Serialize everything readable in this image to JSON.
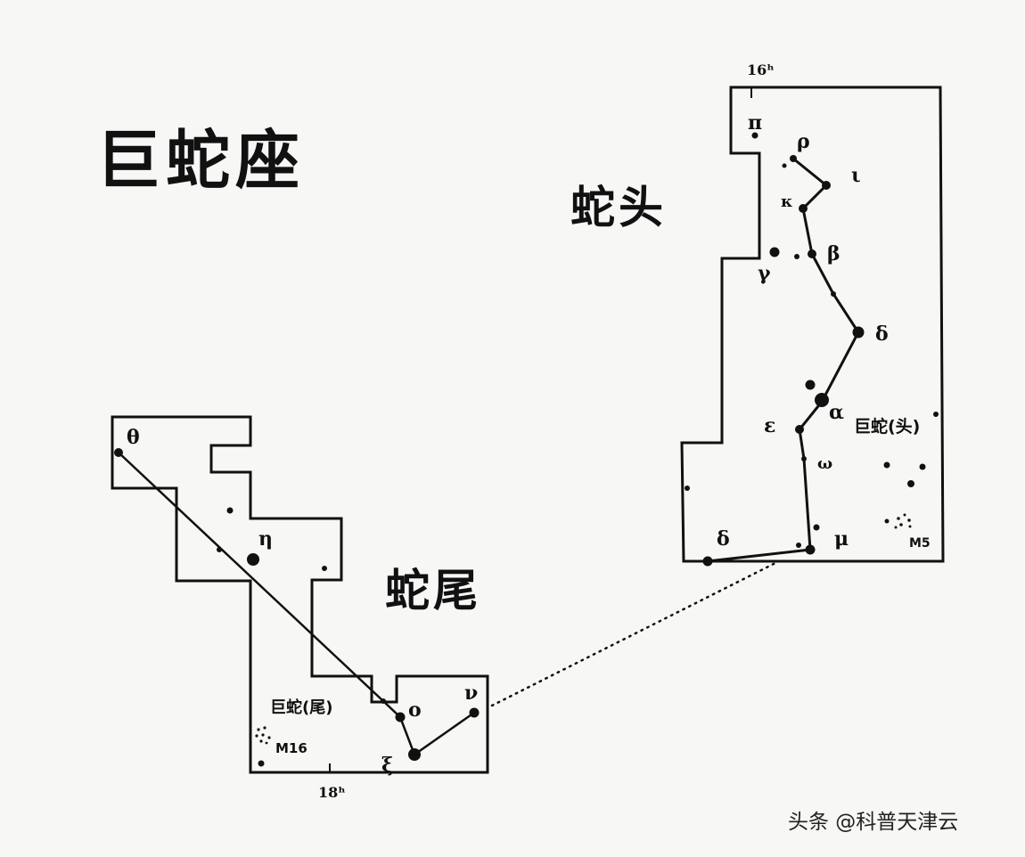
{
  "title": "巨蛇座",
  "head": {
    "label": "蛇头",
    "ra_label": "16ʰ",
    "region_label": "巨蛇(头)",
    "stars": {
      "pi": "π",
      "rho": "ρ",
      "iota": "ι",
      "kappa": "κ",
      "gamma": "γ",
      "beta": "β",
      "delta": "δ",
      "alpha": "α",
      "epsilon": "ε",
      "omega": "ω",
      "mu": "μ",
      "delta2": "δ"
    },
    "cluster": "M5"
  },
  "tail": {
    "label": "蛇尾",
    "ra_label": "18ʰ",
    "region_label": "巨蛇(尾)",
    "stars": {
      "theta": "θ",
      "eta": "η",
      "omicron": "o",
      "nu": "ν",
      "xi": "ξ"
    },
    "cluster": "M16"
  },
  "watermark": "头条 @科普天津云"
}
